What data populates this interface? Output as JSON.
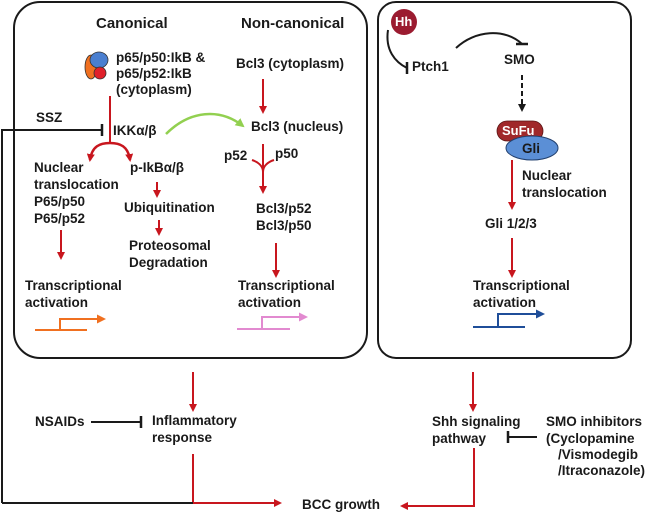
{
  "colors": {
    "activation": "#c8161e",
    "inhibition": "#1a1a1a",
    "cross_talk": "#92d050",
    "canonical_gene": "#f07020",
    "noncanonical_gene": "#e28ad0",
    "hedgehog_gene": "#1f4e99",
    "hh_ligand": "#9b1b30",
    "sufu": "#a0282a",
    "gli": "#5b8fd6",
    "p65": "#4a7fd0",
    "p50": "#f07020",
    "ikb": "#e0202a"
  },
  "panels": {
    "nfkb": {
      "canonical": {
        "header": "Canonical",
        "complex_lines": [
          "p65/p50:IkB &",
          "p65/p52:IkB",
          "(cytoplasm)"
        ],
        "kinase": "IKKα/β",
        "left_branch": [
          "Nuclear",
          "translocation",
          "P65/p50",
          "P65/p52"
        ],
        "right_branch": "p-IkBα/β",
        "ubiquitination": "Ubiquitination",
        "degradation": [
          "Proteosomal",
          "Degradation"
        ],
        "output": [
          "Transcriptional",
          "activation"
        ]
      },
      "noncanonical": {
        "header": "Non-canonical",
        "cytoplasm": "Bcl3 (cytoplasm)",
        "nucleus": "Bcl3 (nucleus)",
        "partner_left": "p52",
        "partner_right": "p50",
        "dimers": [
          "Bcl3/p52",
          "Bcl3/p50"
        ],
        "output": [
          "Transcriptional",
          "activation"
        ]
      }
    },
    "hedgehog": {
      "ligand": "Hh",
      "receptor": "Ptch1",
      "smo": "SMO",
      "sufu": "SuFu",
      "gli": "Gli",
      "translocation": [
        "Nuclear",
        "translocation"
      ],
      "gli_family": "Gli 1/2/3",
      "output": [
        "Transcriptional",
        "activation"
      ]
    }
  },
  "downstream": {
    "ssz": "SSZ",
    "nsaids": "NSAIDs",
    "inflammatory": [
      "Inflammatory",
      "response"
    ],
    "shh": [
      "Shh signaling",
      "pathway"
    ],
    "smo_inhibitors": [
      "SMO inhibitors",
      "(Cyclopamine",
      "/Vismodegib",
      "/Itraconazole)"
    ],
    "bcc": "BCC growth"
  }
}
